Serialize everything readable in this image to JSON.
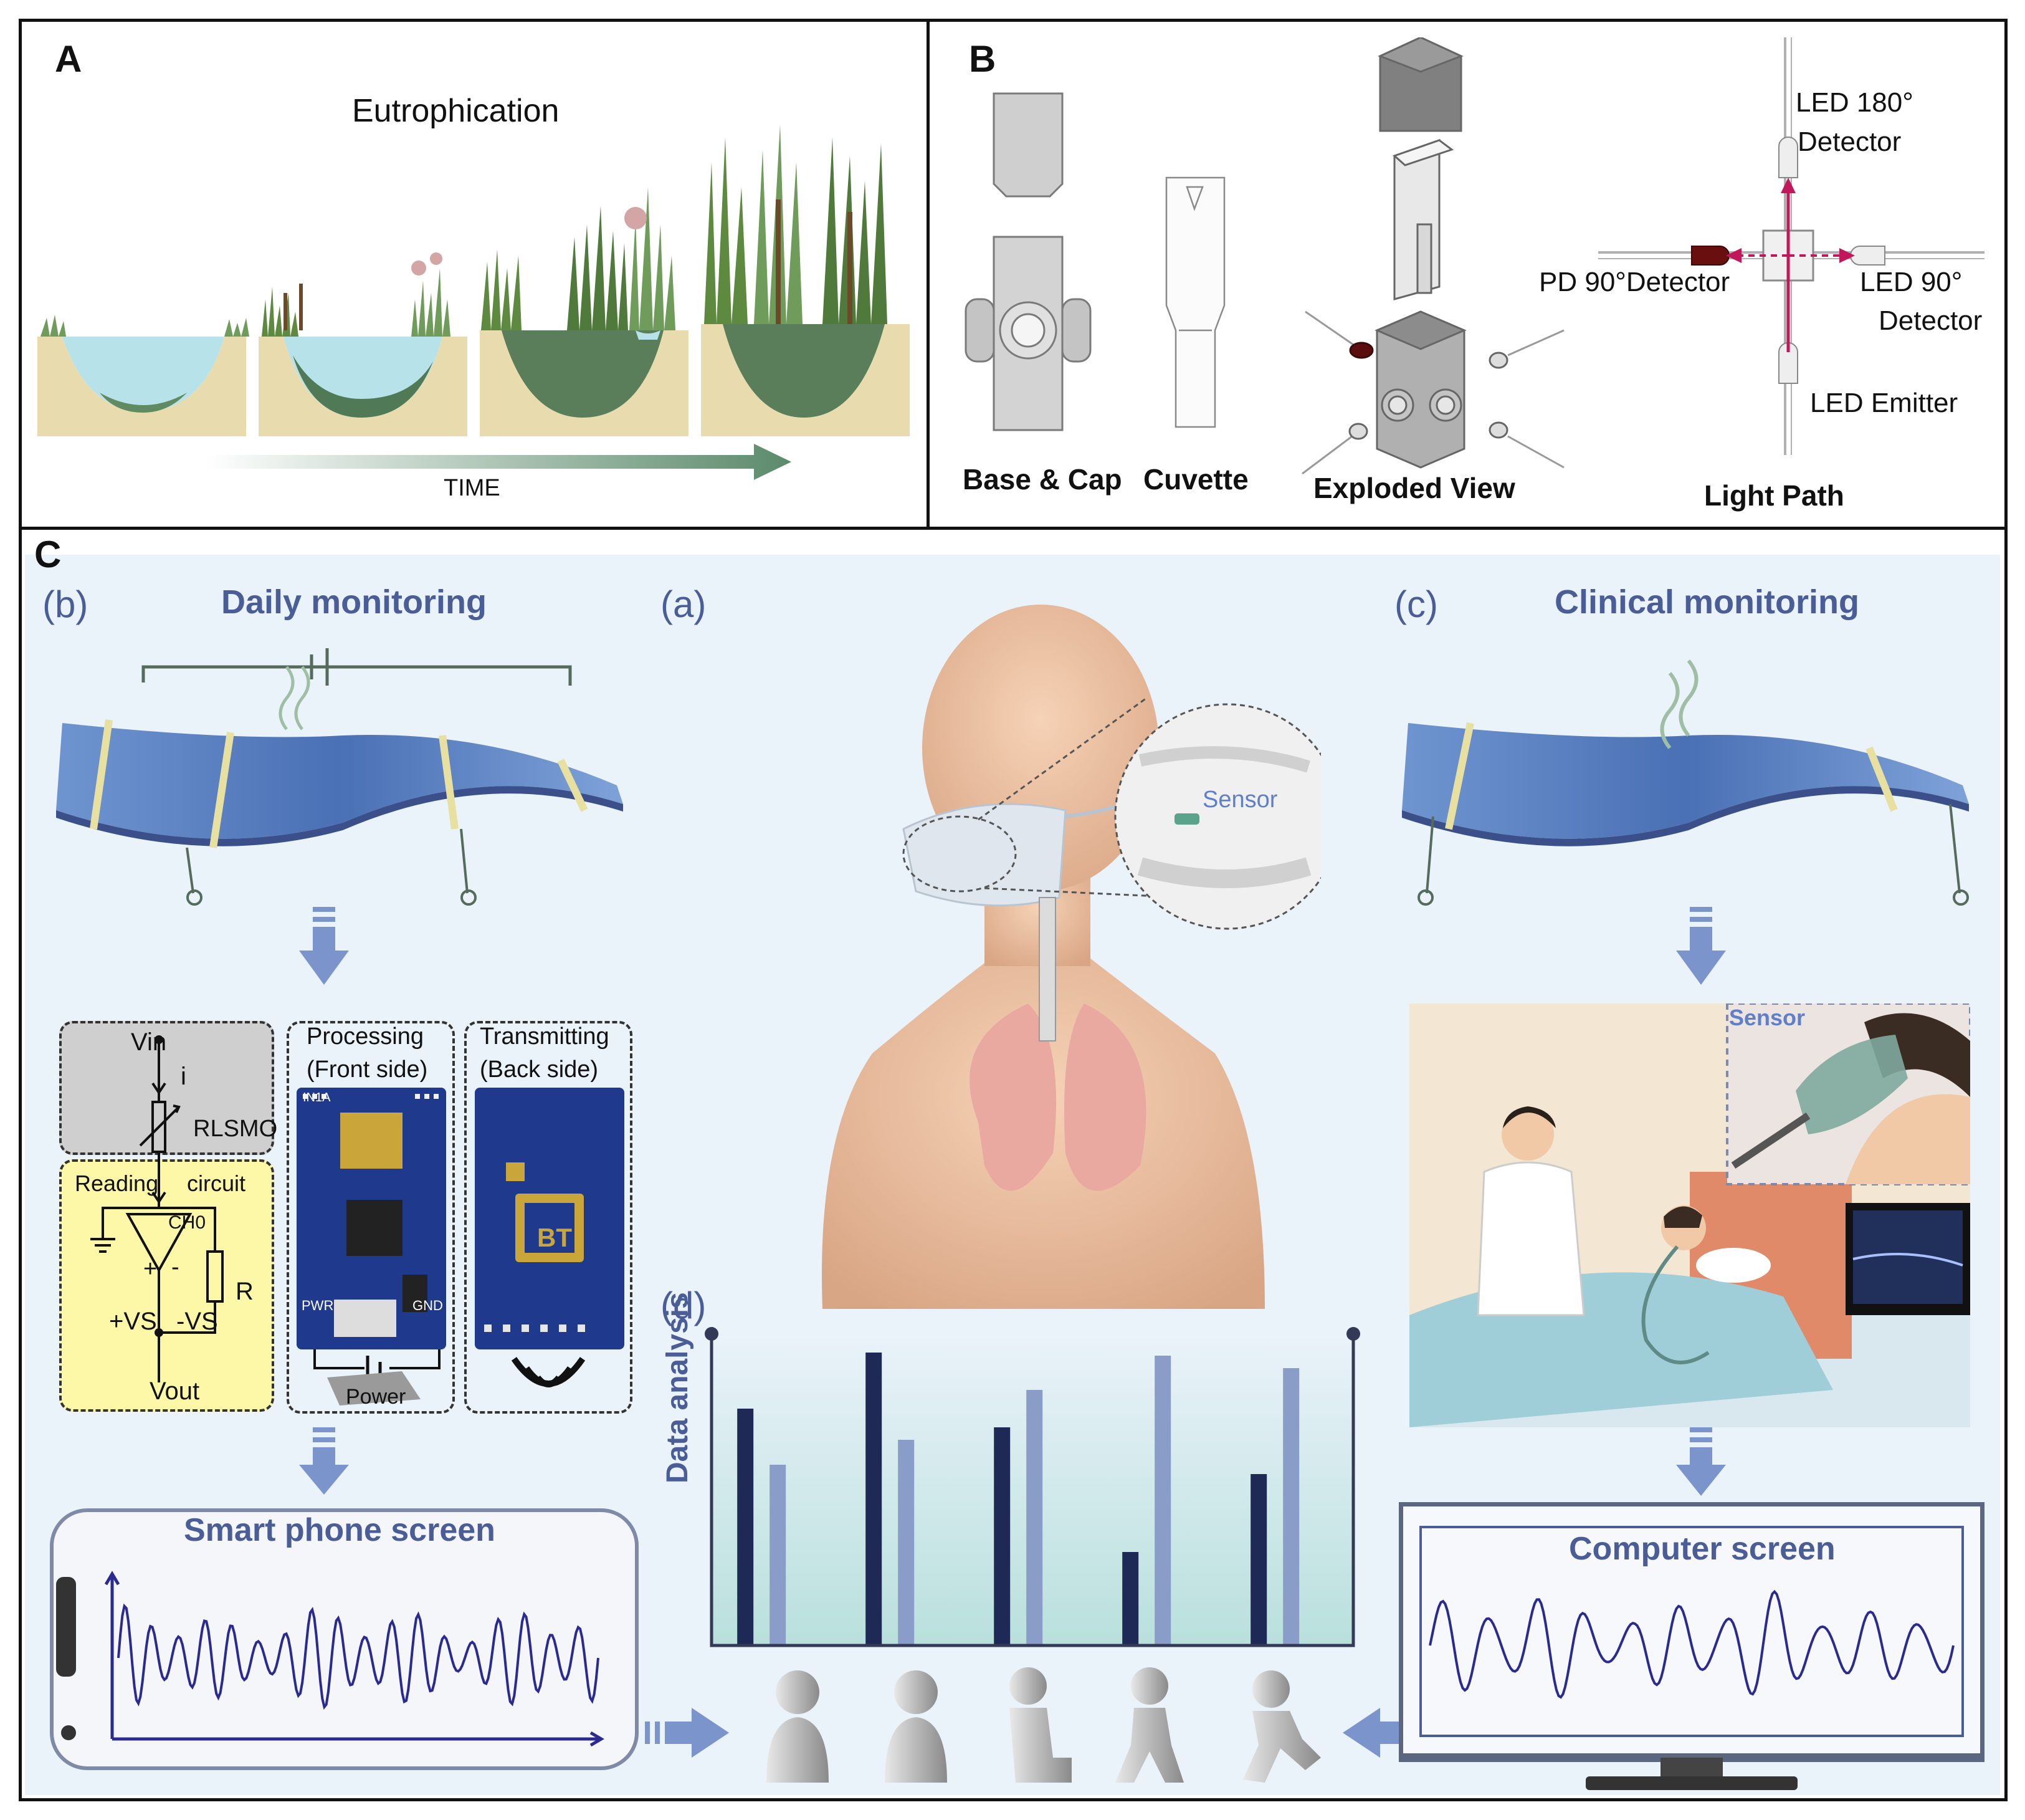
{
  "panel_a": {
    "label": "A",
    "title": "Eutrophication",
    "axis_label": "TIME"
  },
  "panel_b": {
    "label": "B",
    "captions": [
      "Base & Cap",
      "Cuvette",
      "Exploded View",
      "Light Path"
    ],
    "light_path_labels": {
      "led_180_line1": "LED 180°",
      "led_180_line2": "Detector",
      "pd_90": "PD 90°Detector",
      "led_90_line1": "LED 90°",
      "led_90_line2": "Detector",
      "led_emitter": "LED Emitter"
    }
  },
  "panel_c": {
    "label": "C",
    "sub_b": "(b)",
    "sub_a": "(a)",
    "sub_c": "(c)",
    "sub_d": "(d)",
    "daily_title": "Daily monitoring",
    "clinical_title": "Clinical monitoring",
    "sensor_label": "Sensor",
    "sensor_label_clinical": "Sensor",
    "circuit": {
      "vin": "Vin",
      "i": "i",
      "rlsmo": "RLSMO",
      "reading": "Reading",
      "circuit_word": "circuit",
      "ch0": "CH0",
      "plus_vs": "+VS",
      "minus_vs": "-VS",
      "r": "R",
      "vout": "Vout",
      "plus": "+",
      "minus": "-"
    },
    "processing_title": "Processing",
    "processing_sub": "(Front side)",
    "transmitting_title": "Transmitting",
    "transmitting_sub": "(Back side)",
    "power_label": "Power",
    "board_labels": {
      "pwr": "PWR",
      "gnd": "GND",
      "in": "IN1A",
      "bt": "BT"
    },
    "smartphone_title": "Smart phone screen",
    "computer_title": "Computer screen",
    "data_axis_label": "Data analysis"
  },
  "chart_data": {
    "type": "bar",
    "ylabel": "Data analysis",
    "categories": [
      "",
      "",
      "",
      "",
      ""
    ],
    "series": [
      {
        "values": [
          7.6,
          9.4,
          7.0,
          3.0,
          5.5
        ]
      },
      {
        "values": [
          5.8,
          6.6,
          8.2,
          9.3,
          8.9
        ]
      }
    ],
    "ylim": [
      0,
      10
    ],
    "colors": [
      "#1e2a55",
      "#8a9cc8"
    ]
  },
  "colors": {
    "water": "#b7e2ea",
    "soil": "#e8dcae",
    "veg_dark": "#5a7d5a",
    "panel_c_bg": "#eaf2fa",
    "accent_blue": "#4a5d96",
    "arrow_blue": "#7b95cc",
    "sensor_film": "#5f84c2",
    "yellow_box": "#fdf7a8",
    "grey_box": "#cfcfcf",
    "red_beam": "#c2185b",
    "trace": "#2a2a90"
  }
}
